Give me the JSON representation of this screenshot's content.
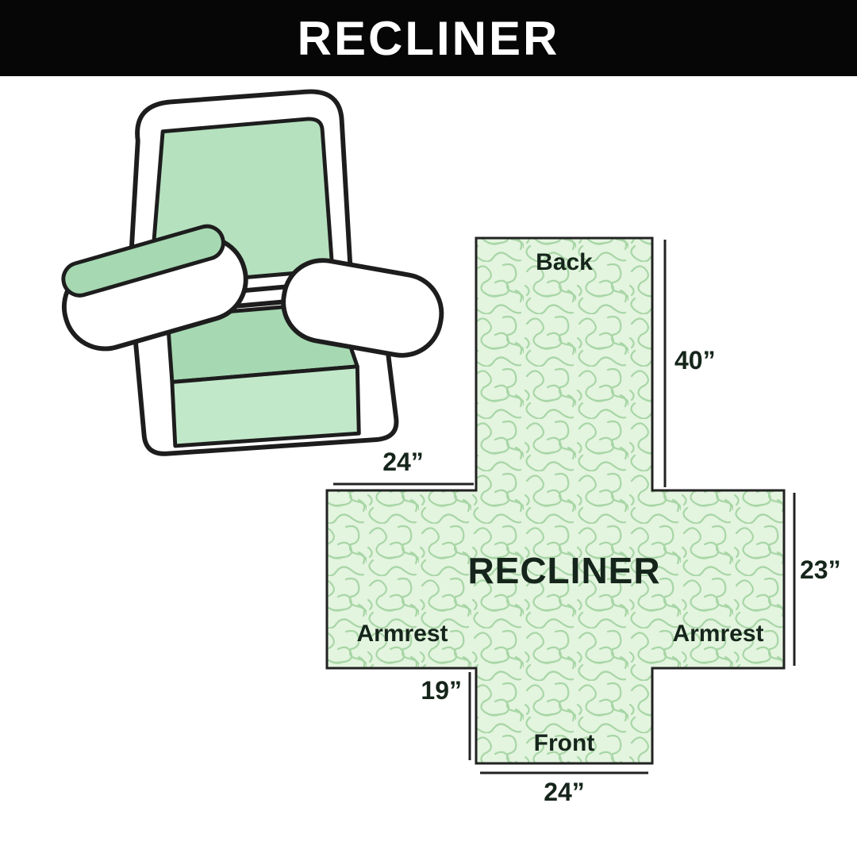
{
  "header": {
    "title": "RECLINER"
  },
  "diagram": {
    "center_label": "RECLINER",
    "back": "Back",
    "front": "Front",
    "armrest_left": "Armrest",
    "armrest_right": "Armrest",
    "dim_back_height": "40”",
    "dim_armrest_top_width": "24”",
    "dim_side_height": "23”",
    "dim_front_height": "19”",
    "dim_front_width": "24”"
  },
  "colors": {
    "header_bg": "#060606",
    "header_text": "#ffffff",
    "outline": "#1d1d1d",
    "cover_green": "#a6d8b2",
    "cover_green_light": "#bfe7c8",
    "pattern_bg": "#e3f4df",
    "pattern_squiggle": "#a8d6a6",
    "label_text": "#16251b"
  }
}
